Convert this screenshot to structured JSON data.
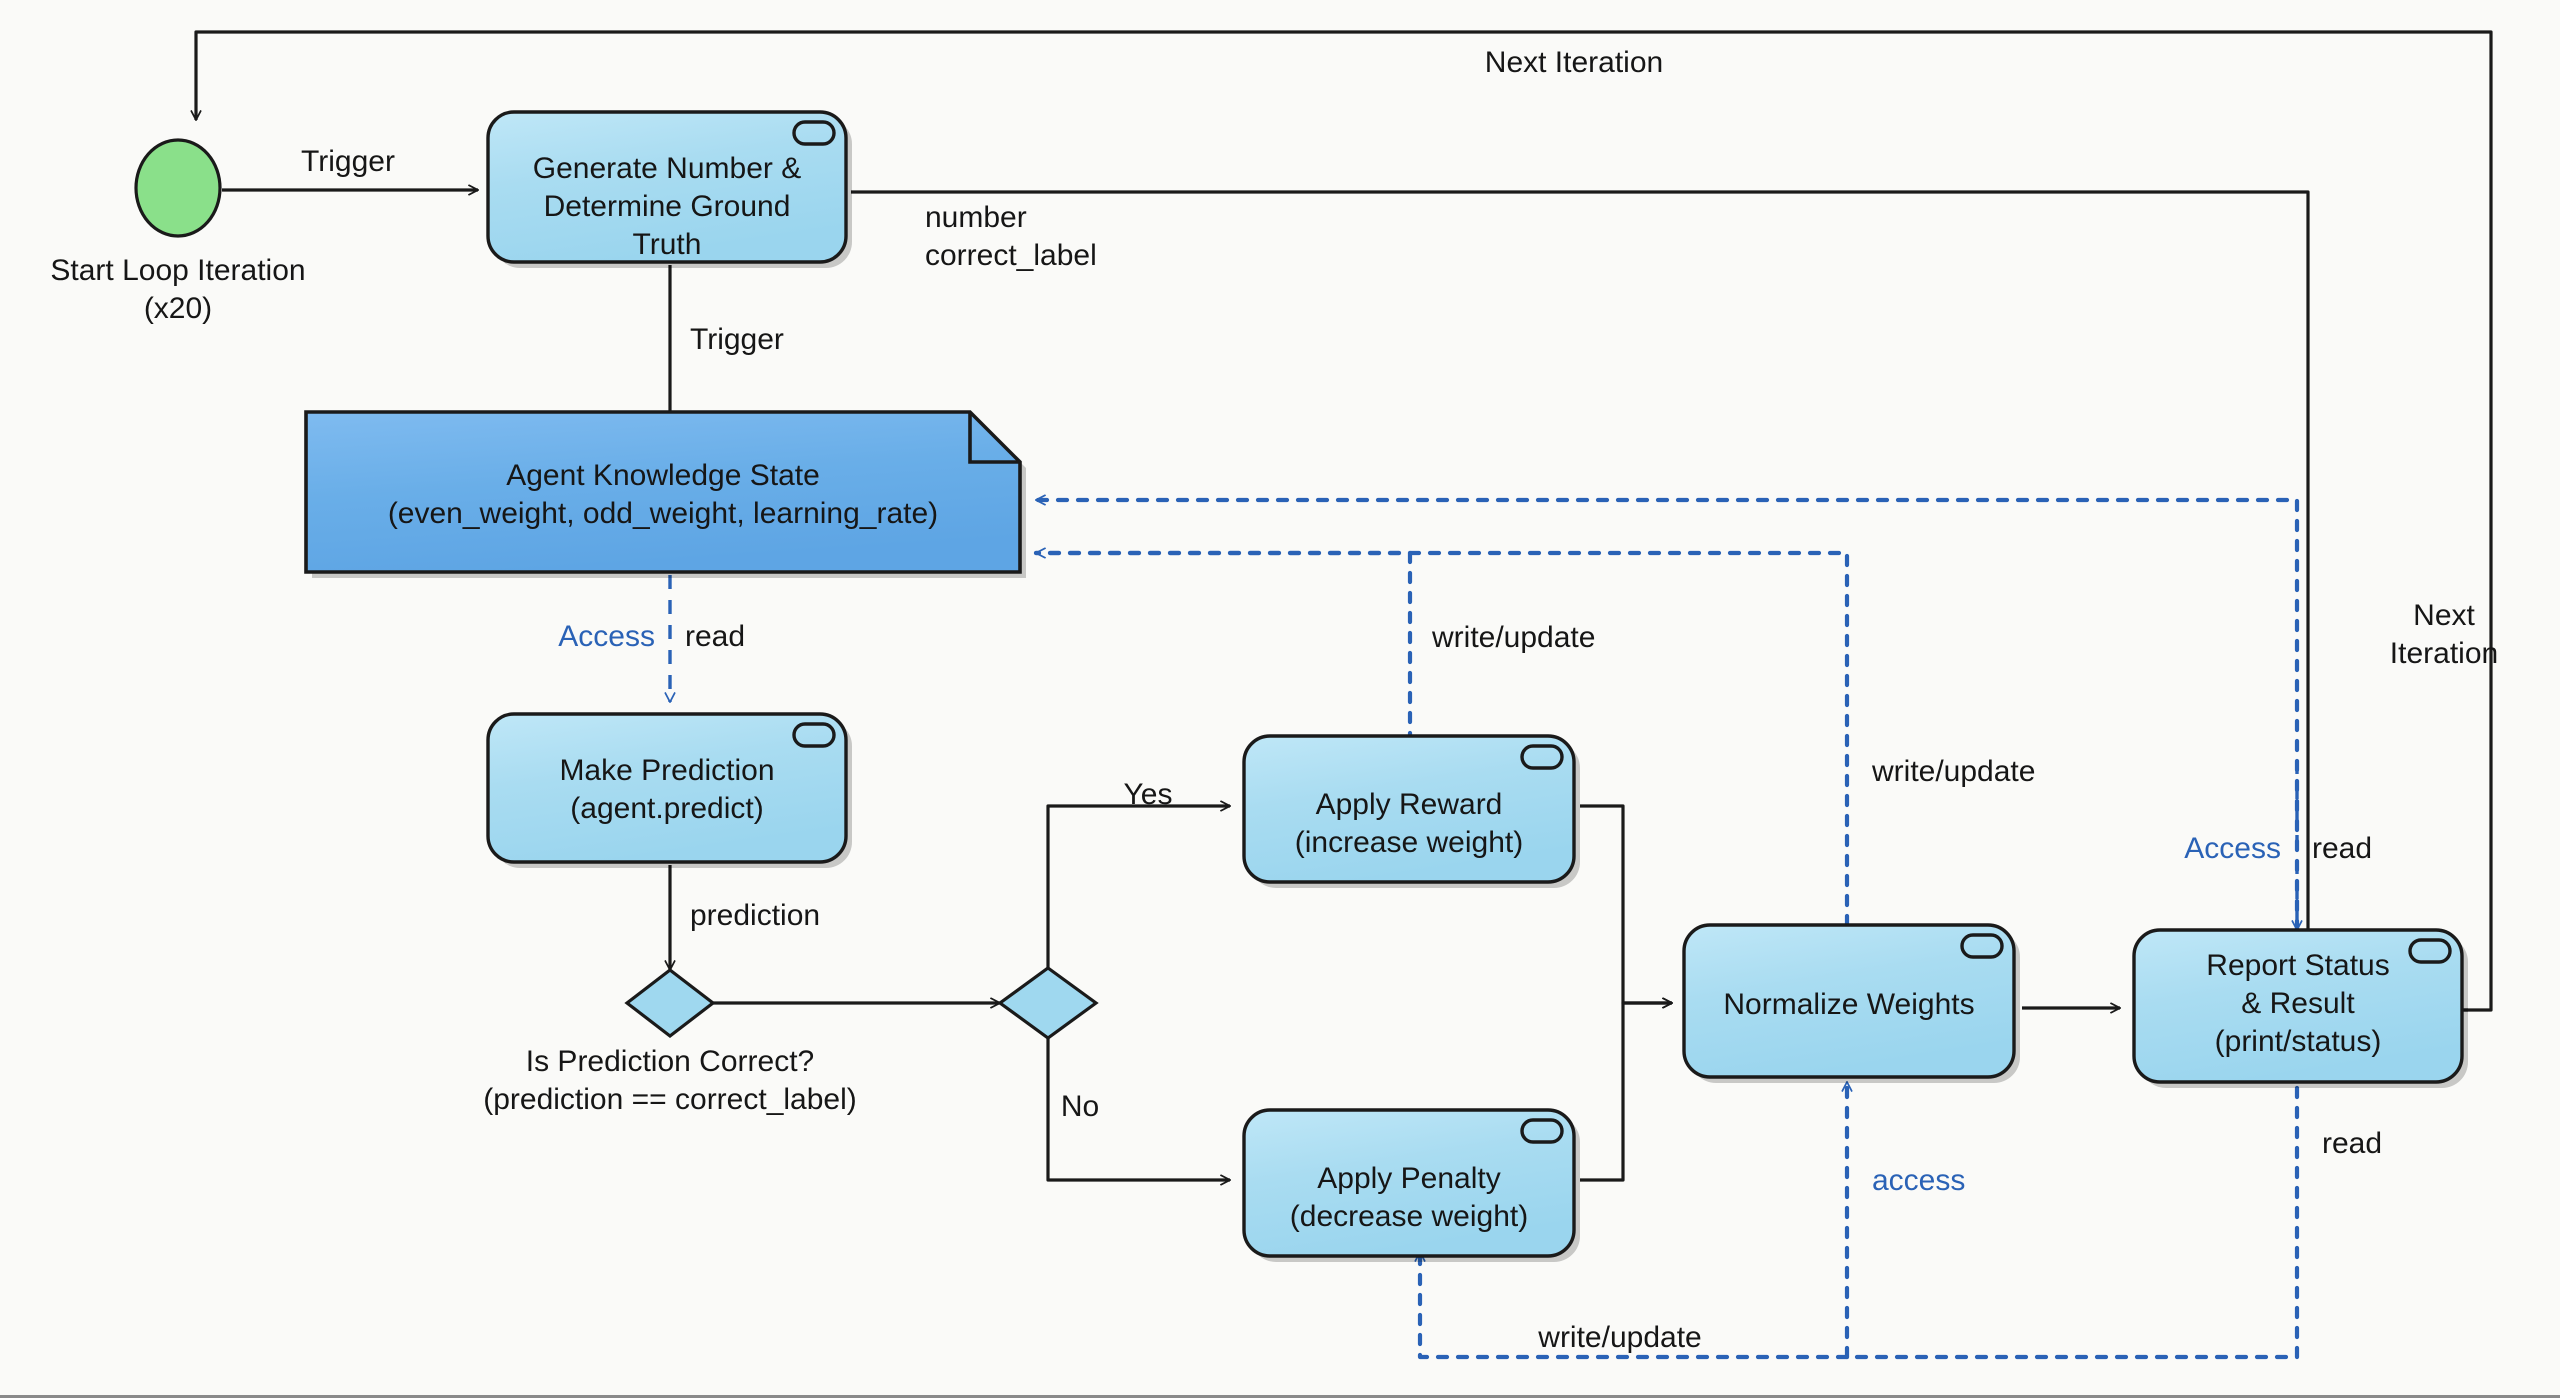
{
  "diagram": {
    "type": "uml-activity-diagram",
    "background_color": "#fafaf8",
    "accent_color": "#2a62b6",
    "activity_fill": "#a6dcf0",
    "datastore_fill": "#6aaee8",
    "start_fill": "#8ae08a"
  },
  "nodes": {
    "start": {
      "kind": "initial-node",
      "label_line1": "Start Loop Iteration",
      "label_line2": "(x20)"
    },
    "generate": {
      "kind": "activity",
      "line1": "Generate Number &",
      "line2": "Determine Ground",
      "line3": "Truth"
    },
    "knowledge_store": {
      "kind": "datastore-note",
      "line1": "Agent Knowledge State",
      "line2": "(even_weight, odd_weight, learning_rate)"
    },
    "predict": {
      "kind": "activity",
      "line1": "Make Prediction",
      "line2": "(agent.predict)"
    },
    "decision": {
      "kind": "decision",
      "caption_line1": "Is Prediction Correct?",
      "caption_line2": "(prediction == correct_label)"
    },
    "branch": {
      "kind": "decision"
    },
    "reward": {
      "kind": "activity",
      "line1": "Apply Reward",
      "line2": "(increase weight)"
    },
    "penalty": {
      "kind": "activity",
      "line1": "Apply Penalty",
      "line2": "(decrease weight)"
    },
    "normalize": {
      "kind": "activity",
      "line1": "Normalize Weights"
    },
    "report": {
      "kind": "activity",
      "line1": "Report Status",
      "line2": "& Result",
      "line3": "(print/status)"
    }
  },
  "edge_labels": {
    "next_iteration_top": "Next Iteration",
    "trigger_start": "Trigger",
    "number": "number",
    "correct_label": "correct_label",
    "trigger_store": "Trigger",
    "access_read_store": "Access",
    "read_store": "read",
    "prediction": "prediction",
    "yes": "Yes",
    "no": "No",
    "write_update_reward": "write/update",
    "write_update_right": "write/update",
    "write_update_bottom": "write/update",
    "access_lower": "access",
    "access_read_report": "Access",
    "read_report": "read",
    "read_bottom_report": "read",
    "next_iteration_right_line1": "Next",
    "next_iteration_right_line2": "Iteration"
  }
}
